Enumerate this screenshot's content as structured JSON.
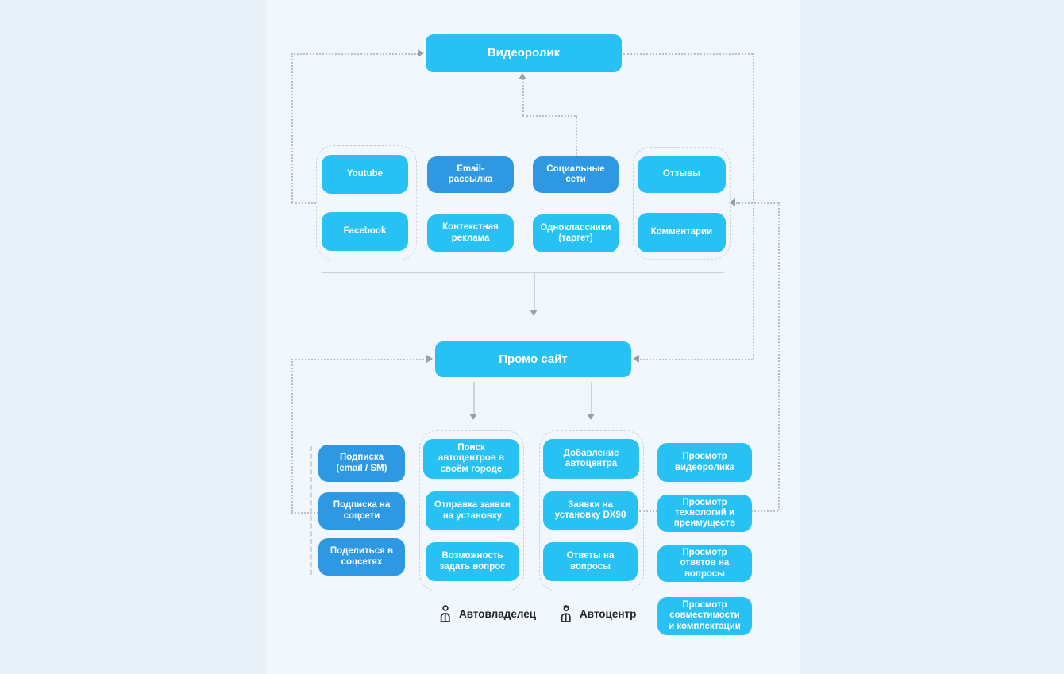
{
  "diagram": {
    "title_node": "Видеоролик",
    "colors": {
      "cyan": "#27c1f3",
      "blue": "#2e99e2",
      "bg_page": "#e8f1f8",
      "bg_panel": "#f1f7fc",
      "dot_line": "#b8c0c8",
      "dash_border": "#ced4da",
      "solid_line": "#cdd2d8",
      "arrow": "#99a0a8",
      "text_light": "#ffffff",
      "text_dark": "#20242c"
    },
    "nodes": {
      "videorolik": {
        "label": "Видеоролик"
      },
      "promo": {
        "label": "Промо сайт"
      },
      "youtube": {
        "label": "Youtube"
      },
      "facebook": {
        "label": "Facebook"
      },
      "email": {
        "label": "Email-\nрассылка"
      },
      "kontekst": {
        "label": "Контекстная\nреклама"
      },
      "socseti": {
        "label": "Социальные\nсети"
      },
      "odnoklassniki": {
        "label": "Одноклассники\n(таргет)"
      },
      "otzyvy": {
        "label": "Отзывы"
      },
      "kommentarii": {
        "label": "Комментарии"
      },
      "podpiska_email": {
        "label": "Подписка\n(email / SM)"
      },
      "podpiska_soc": {
        "label": "Подписка на\nсоцсети"
      },
      "podelitsya": {
        "label": "Поделиться в\nсоцсетях"
      },
      "poisk": {
        "label": "Поиск\nавтоцентров в\nсвоём городе"
      },
      "otpravka": {
        "label": "Отправка заявки\nна установку"
      },
      "vozmozhnost": {
        "label": "Возможность\nзадать вопрос"
      },
      "dobavlenie": {
        "label": "Добавление\nавтоцентра"
      },
      "zayavki": {
        "label": "Заявки на\nустановку DX90"
      },
      "otvety": {
        "label": "Ответы на\nвопросы"
      },
      "prosmotr_video": {
        "label": "Просмотр\nвидеоролика"
      },
      "prosmotr_tech": {
        "label": "Просмотр\nтехнологий и\nпреимуществ"
      },
      "prosmotr_otvet": {
        "label": "Просмотр\nответов на\nвопросы"
      },
      "prosmotr_sovm": {
        "label": "Просмотр\nсовместимости\nи комплектации"
      }
    },
    "actors": {
      "avtovladelets": {
        "label": "Автовладелец",
        "icon": "person-icon"
      },
      "avtocentr": {
        "label": "Автоцентр",
        "icon": "person-cap-icon"
      }
    }
  }
}
